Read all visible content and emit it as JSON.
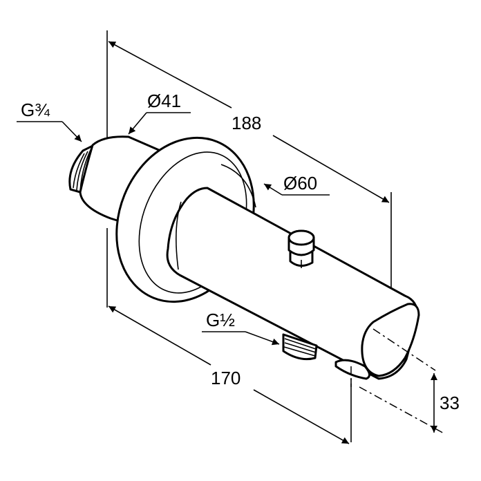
{
  "labels": {
    "thread_inlet": "G¾",
    "diameter_small": "Ø41",
    "length_total": "188",
    "diameter_rosette": "Ø60",
    "thread_outlet": "G½",
    "length_body": "170",
    "offset_height": "33"
  }
}
